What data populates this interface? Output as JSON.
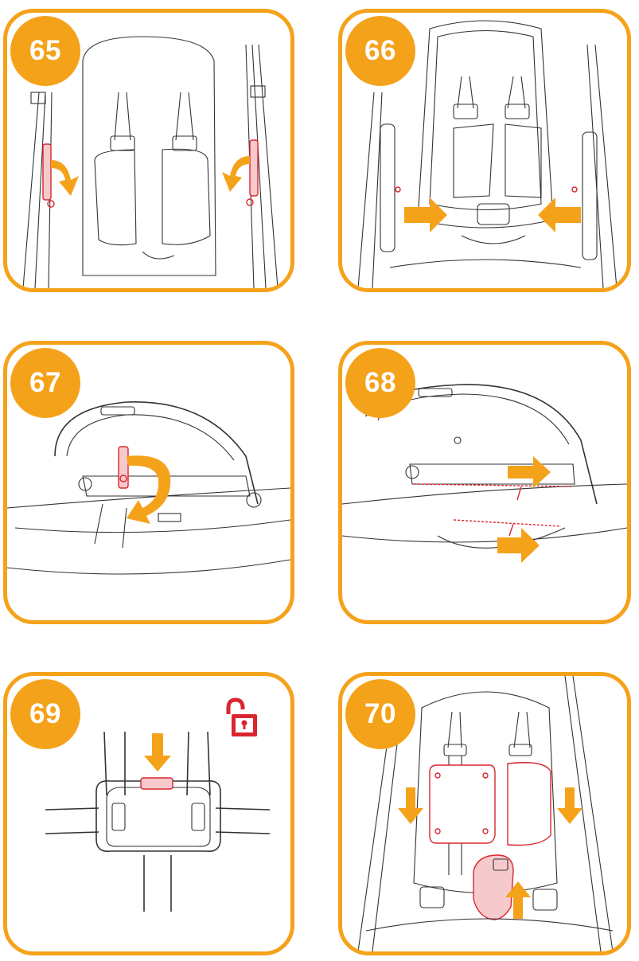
{
  "steps": [
    {
      "number": "65"
    },
    {
      "number": "66"
    },
    {
      "number": "67"
    },
    {
      "number": "68"
    },
    {
      "number": "69",
      "icon": "unlock-icon"
    },
    {
      "number": "70"
    }
  ],
  "colors": {
    "accent": "#f5a21b",
    "highlight": "#d9262f",
    "line": "#333333"
  }
}
